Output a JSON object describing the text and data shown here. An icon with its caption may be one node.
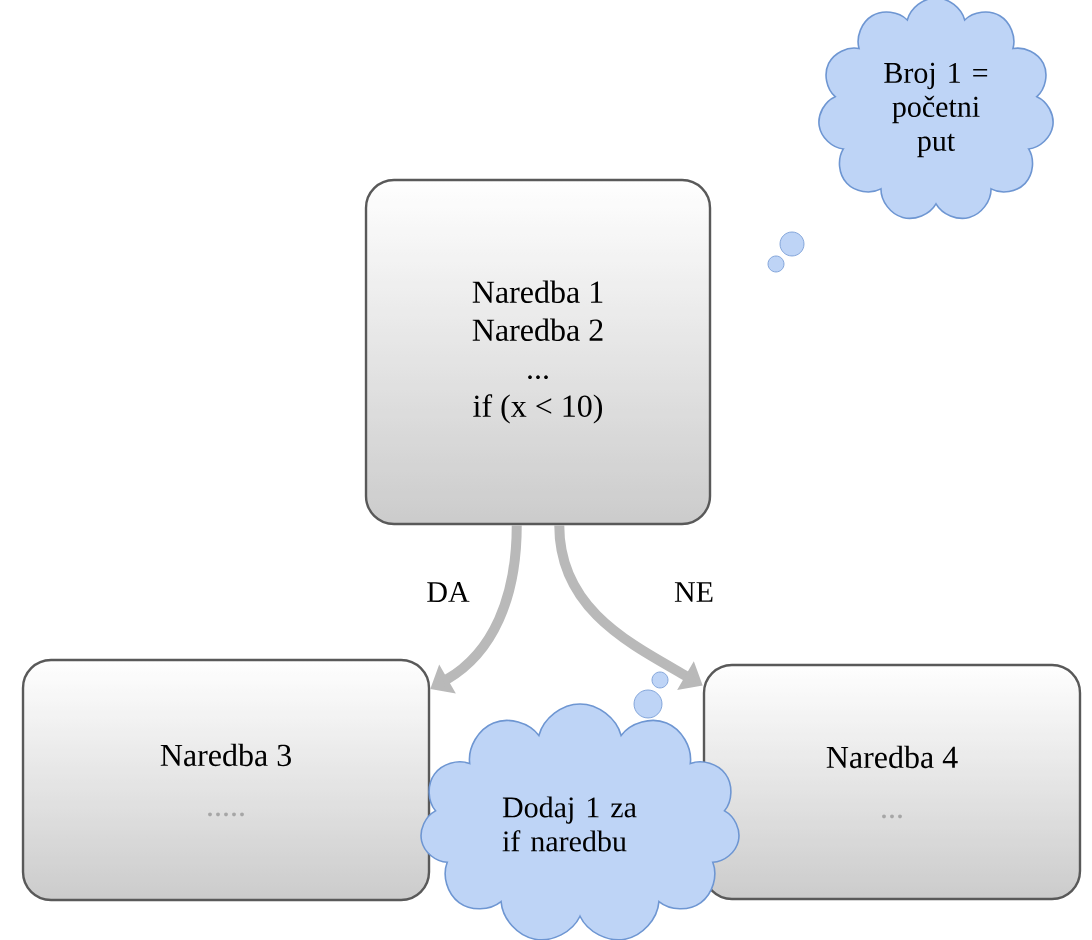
{
  "diagram": {
    "nodes": [
      {
        "text": [
          "Naredba 1",
          "Naredba 2",
          "...",
          "if (x < 10)"
        ]
      },
      {
        "text": [
          "Naredba 3",
          "....."
        ]
      },
      {
        "text": [
          "Naredba 4",
          "..."
        ]
      },
      {
        "text": [
          "Broj 1 = početni put"
        ]
      },
      {
        "text": [
          "Dodaj 1 za if naredbu"
        ]
      }
    ],
    "edges": [
      {
        "from": 0,
        "to": 1,
        "arrow": "to",
        "label": "DA"
      },
      {
        "from": 0,
        "to": 2,
        "arrow": "to",
        "label": "NE"
      }
    ]
  }
}
